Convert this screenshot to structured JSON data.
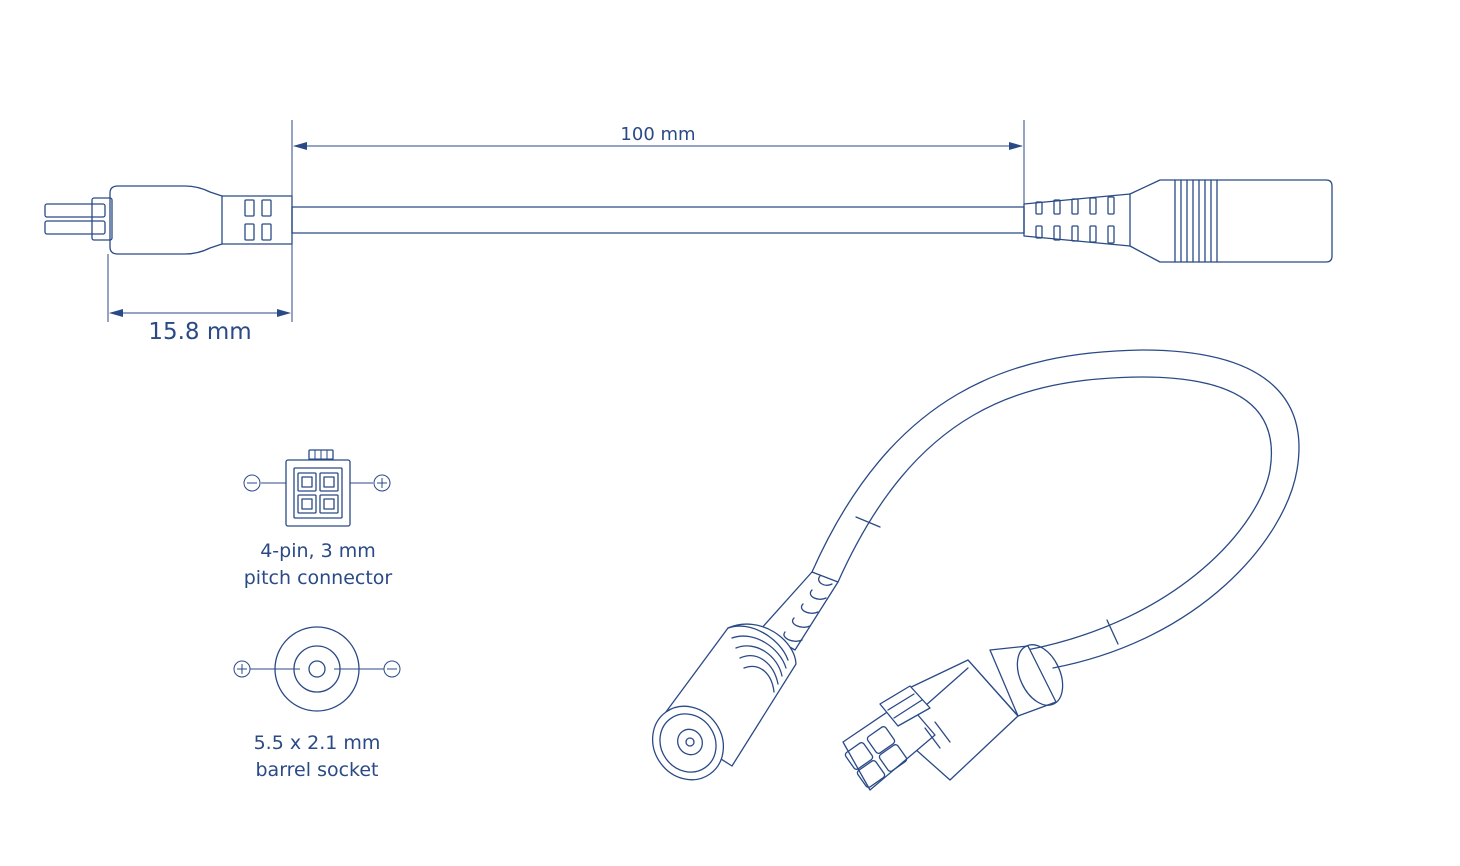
{
  "dimensions": {
    "cable_length": "100 mm",
    "plug_length": "15.8 mm"
  },
  "pinout": {
    "four_pin": {
      "line1": "4-pin, 3 mm",
      "line2": "pitch connector",
      "left_symbol": "minus-icon",
      "right_symbol": "plus-icon"
    },
    "barrel": {
      "line1": "5.5 x 2.1 mm",
      "line2": "barrel socket",
      "left_symbol": "plus-icon",
      "right_symbol": "minus-icon"
    }
  },
  "colors": {
    "line": "#2a4a86",
    "background": "#ffffff"
  }
}
